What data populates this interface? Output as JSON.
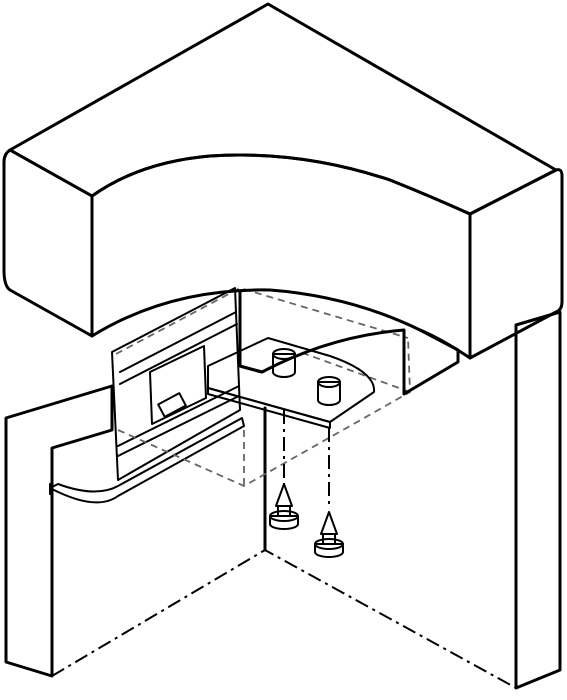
{
  "colors": {
    "line": "#000000",
    "wood": "#ffffff",
    "metal": "#e1e1e1",
    "metal_dark": "#c8c8c8",
    "hidden_line": "#666666"
  },
  "components": [
    "worktop-corner",
    "carcass-side-panels",
    "aluminium-trim-profile",
    "mounting-bracket",
    "fixing-pins"
  ]
}
